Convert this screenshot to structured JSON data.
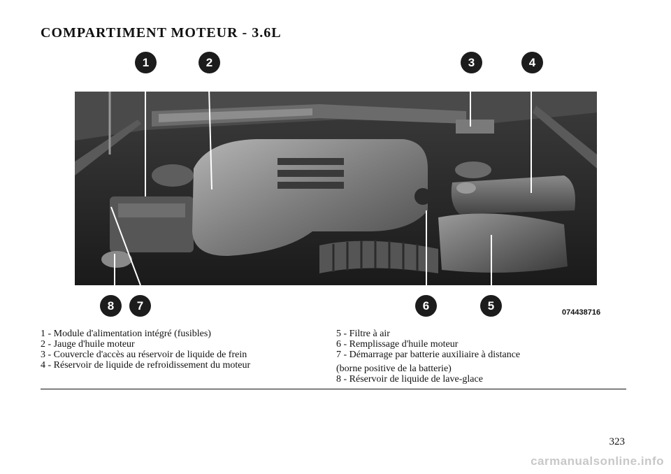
{
  "page": {
    "title": "COMPARTIMENT MOTEUR - 3.6L",
    "figure_id": "074438716",
    "page_number": "323",
    "watermark": "carmanualsonline.info"
  },
  "figure": {
    "callouts": [
      {
        "num": "1",
        "label": "Module d'alimentation intégré (fusibles)"
      },
      {
        "num": "2",
        "label": "Jauge d'huile moteur"
      },
      {
        "num": "3",
        "label": "Couvercle d'accès au réservoir de liquide de frein"
      },
      {
        "num": "4",
        "label": "Réservoir de liquide de refroidissement du moteur"
      },
      {
        "num": "5",
        "label": "Filtre à air"
      },
      {
        "num": "6",
        "label": "Remplissage d'huile moteur"
      },
      {
        "num": "7",
        "label": "Démarrage par batterie auxiliaire à distance"
      },
      {
        "num": "8",
        "label": "Réservoir de liquide de lave-glace"
      }
    ]
  },
  "legend": {
    "left": [
      "1 - Module d'alimentation intégré (fusibles)",
      "2 - Jauge d'huile moteur",
      "3 - Couvercle d'accès au réservoir de liquide de frein",
      "4 - Réservoir de liquide de refroidissement du moteur"
    ],
    "right": [
      "5 - Filtre à air",
      "6 - Remplissage d'huile moteur",
      "7 - Démarrage par batterie auxiliaire à distance",
      "(borne positive de la batterie)",
      "8 - Réservoir de liquide de lave-glace"
    ]
  }
}
